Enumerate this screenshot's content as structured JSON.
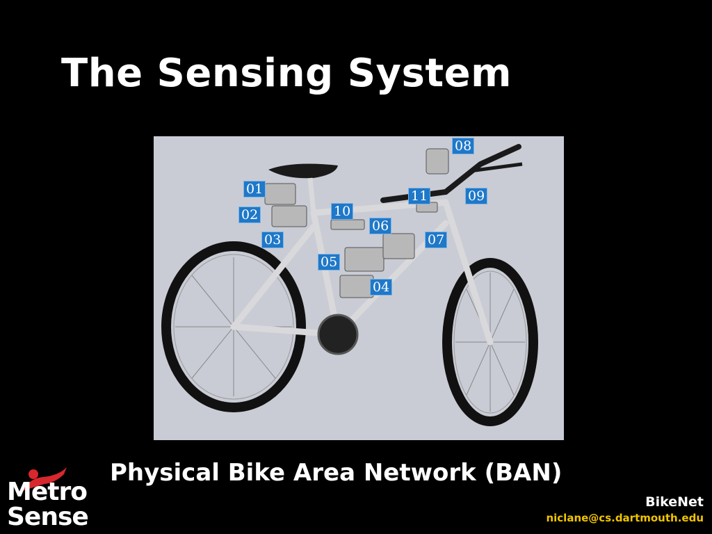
{
  "slide": {
    "title": "The Sensing System",
    "caption": "Physical Bike Area Network (BAN)"
  },
  "photo": {
    "labels": [
      "01",
      "02",
      "03",
      "04",
      "05",
      "06",
      "07",
      "08",
      "09",
      "10",
      "11"
    ]
  },
  "logo": {
    "word1": "Metro",
    "word2": "Sense"
  },
  "footer": {
    "project": "BikeNet",
    "email": "niclane@cs.dartmouth.edu"
  },
  "colors": {
    "background": "#000000",
    "title": "#ffffff",
    "email": "#f0c400",
    "label_bg": "#1f78c8",
    "logo_accent": "#d8272d"
  }
}
